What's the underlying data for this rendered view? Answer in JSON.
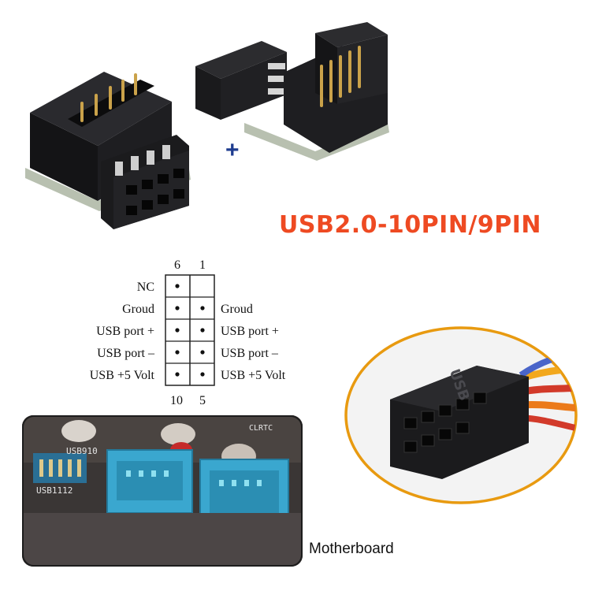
{
  "title": "USB2.0-10PIN/9PIN",
  "plus_sign": "+",
  "pinout": {
    "top_numbers": [
      "6",
      "1"
    ],
    "bottom_numbers": [
      "10",
      "5"
    ],
    "left_labels": [
      "NC",
      "Groud",
      "USB port +",
      "USB port –",
      "USB +5 Volt"
    ],
    "right_labels": [
      "",
      "Groud",
      "USB port +",
      "USB port –",
      "USB +5 Volt"
    ]
  },
  "connector_label": "USB",
  "motherboard": {
    "caption": "Motherboard",
    "silkscreen": [
      "USB910",
      "USB1112",
      "CLRTC"
    ]
  },
  "colors": {
    "title": "#ee4a22",
    "plus": "#1e3c8f",
    "header_blue": "#3aa7cf",
    "adapter_black": "#1b1b1d",
    "pin_gold": "#caa24a"
  }
}
